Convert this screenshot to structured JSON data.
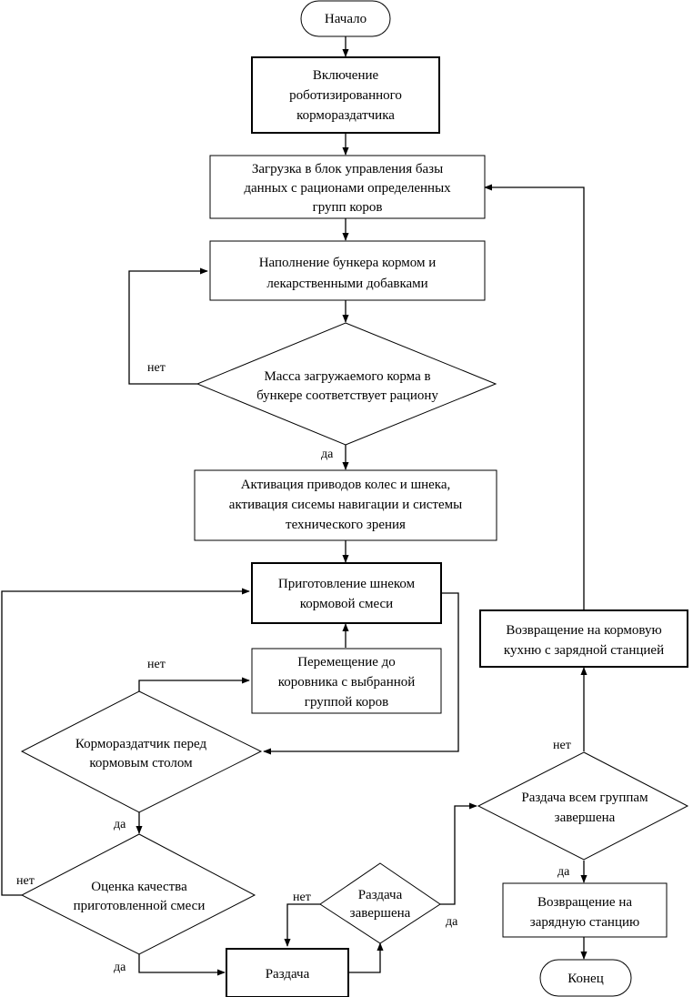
{
  "nodes": {
    "start": "Начало",
    "power_on": [
      "Включение",
      "роботизированного",
      "кормораздатчика"
    ],
    "load_db": [
      "Загрузка в блок управления базы",
      "данных с рационами определенных",
      "групп коров"
    ],
    "fill_hopper": [
      "Наполнение бункера кормом и",
      "лекарственными добавками"
    ],
    "mass_check": [
      "Масса загружаемого корма в",
      "бункере соответствует рациону"
    ],
    "activate": [
      "Активация приводов колес и шнека,",
      "активация сисемы навигации и системы",
      "технического зрения"
    ],
    "prepare_mix": [
      "Приготовление шнеком",
      "кормовой смеси"
    ],
    "move_to_barn": [
      "Перемещение до",
      "коровника с выбранной",
      "группой коров"
    ],
    "at_feed_table": [
      "Кормораздатчик перед",
      "кормовым столом"
    ],
    "quality_check": [
      "Оценка качества",
      "приготовленной смеси"
    ],
    "dispense": "Раздача",
    "dispense_done": [
      "Раздача",
      "завершена"
    ],
    "all_groups_done": [
      "Раздача всем группам",
      "завершена"
    ],
    "return_kitchen": [
      "Возвращение на кормовую",
      "кухню с зарядной станцией"
    ],
    "return_charging": [
      "Возвращение на",
      "зарядную станцию"
    ],
    "end": "Конец"
  },
  "labels": {
    "no": "нет",
    "yes": "да"
  }
}
